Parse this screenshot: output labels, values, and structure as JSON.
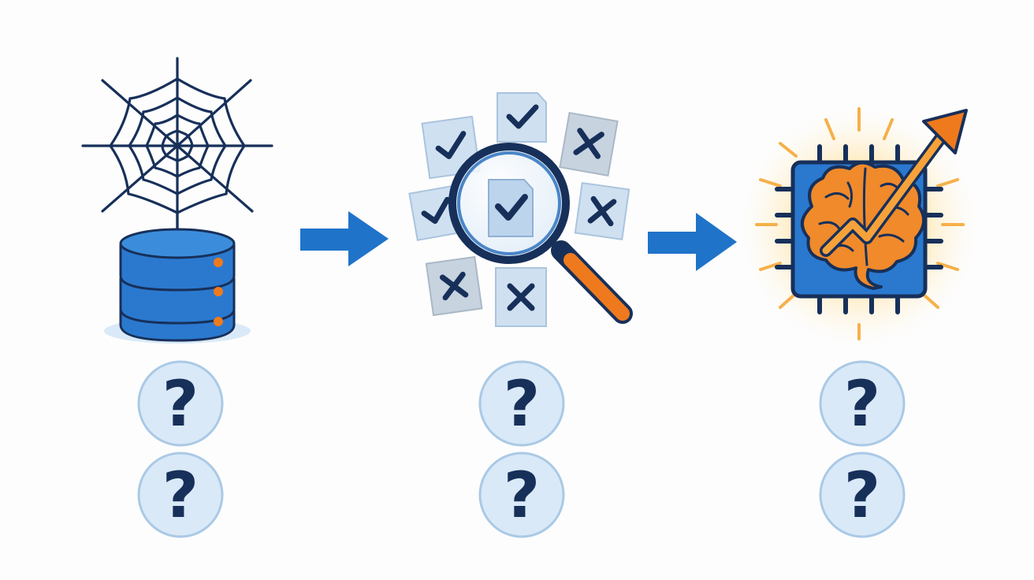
{
  "colors": {
    "navy": "#17305a",
    "blue": "#2a79cf",
    "blue_dark": "#1d5fae",
    "blue_light": "#d9e9f7",
    "doc_fill": "#cfe0f1",
    "doc_fill_gray": "#c7d3df",
    "orange": "#ef7a1d",
    "orange_light": "#f6b04a",
    "glow": "#ffe2a3",
    "arrow": "#1f73c9"
  },
  "stages": [
    {
      "name": "web-data-collection",
      "icons": [
        "spider-web-icon",
        "database-icon"
      ],
      "questions": [
        "?",
        "?"
      ]
    },
    {
      "name": "data-filtering",
      "icons": [
        "magnifying-glass-icon",
        "check-document-icon",
        "cross-document-icon"
      ],
      "documents": [
        "check",
        "check",
        "cross",
        "check",
        "check",
        "cross",
        "cross",
        "cross"
      ],
      "questions": [
        "?",
        "?"
      ]
    },
    {
      "name": "model-training",
      "icons": [
        "ai-chip-icon",
        "brain-icon",
        "trend-up-arrow-icon"
      ],
      "questions": [
        "?",
        "?"
      ]
    }
  ],
  "flow_arrows": [
    "right-arrow-icon",
    "right-arrow-icon"
  ]
}
